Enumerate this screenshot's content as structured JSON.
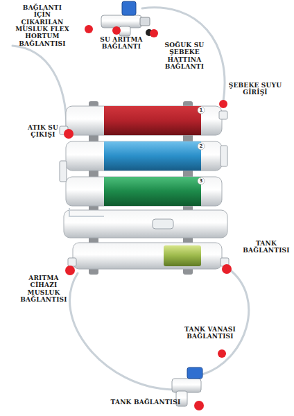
{
  "diagram": {
    "labels": [
      "BAĞLANTI İÇİN ÇIKARILAN MUSLUK FLEX HORTUM BAĞLANTISI",
      "SU ARITMA BAĞLANTI",
      "SOĞUK SU ŞEBEKE HATTINA BAĞLANTI",
      "ŞEBEKE SUYU GİRİŞİ",
      "ATIK SU ÇIKIŞI",
      "TANK BAĞLANTISI",
      "ARITMA CİHAZI MUSLUK BAĞLANTISI",
      "TANK VANASI BAĞLANTISI",
      "TANK BAĞLANTISI",
      "1",
      "2",
      "3"
    ]
  }
}
